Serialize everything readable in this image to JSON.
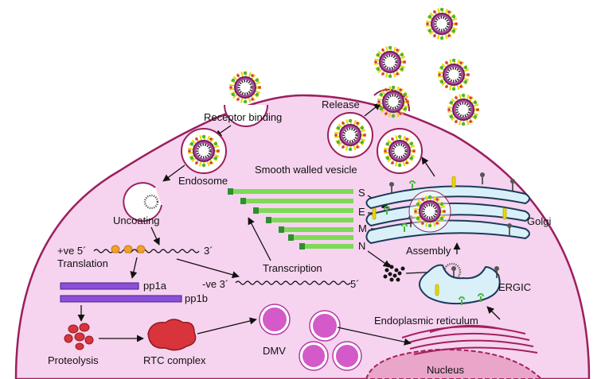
{
  "labels": {
    "receptor_binding": "Receptor binding",
    "endosome": "Endosome",
    "uncoating": "Uncoating",
    "plus_ve": "+ve 5´",
    "three_prime_top": "3´",
    "translation": "Translation",
    "pp1a": "pp1a",
    "pp1b": "pp1b",
    "proteolysis": "Proteolysis",
    "rtc_complex": "RTC complex",
    "dmv": "DMV",
    "transcription": "Transcription",
    "minus_ve": "-ve 3´",
    "five_prime_bottom": "5´",
    "gene_s": "S",
    "gene_e": "E",
    "gene_m": "M",
    "gene_n": "N",
    "release": "Release",
    "smooth_walled_vesicle": "Smooth walled vesicle",
    "golgi": "Golgi",
    "assembly": "Assembly",
    "ergic": "ERGIC",
    "endoplasmic_reticulum": "Endoplasmic reticulum",
    "nucleus": "Nucleus"
  },
  "colors": {
    "cell_fill": "#f6d3ef",
    "cell_stroke": "#9b1f5c",
    "vesicle_fill": "#ffffff",
    "virion_core": "#2a2a2a",
    "virion_ring": "#b04aa0",
    "spike_yellow": "#e8d800",
    "spike_green": "#4ab53a",
    "spike_red": "#d9364b",
    "orange_ribosome": "#f2a12a",
    "purple_bar": "#8b4fd8",
    "red_blob": "#d9343b",
    "dmv_fill": "#d35ac8",
    "green_bar": "#7ed957",
    "green_bar_dark": "#2d8f2d",
    "golgi_fill": "#d9f0f8",
    "golgi_stroke": "#1b3a5c",
    "er_stroke": "#a3205c",
    "nucleus_fill": "#e9a6c9"
  }
}
